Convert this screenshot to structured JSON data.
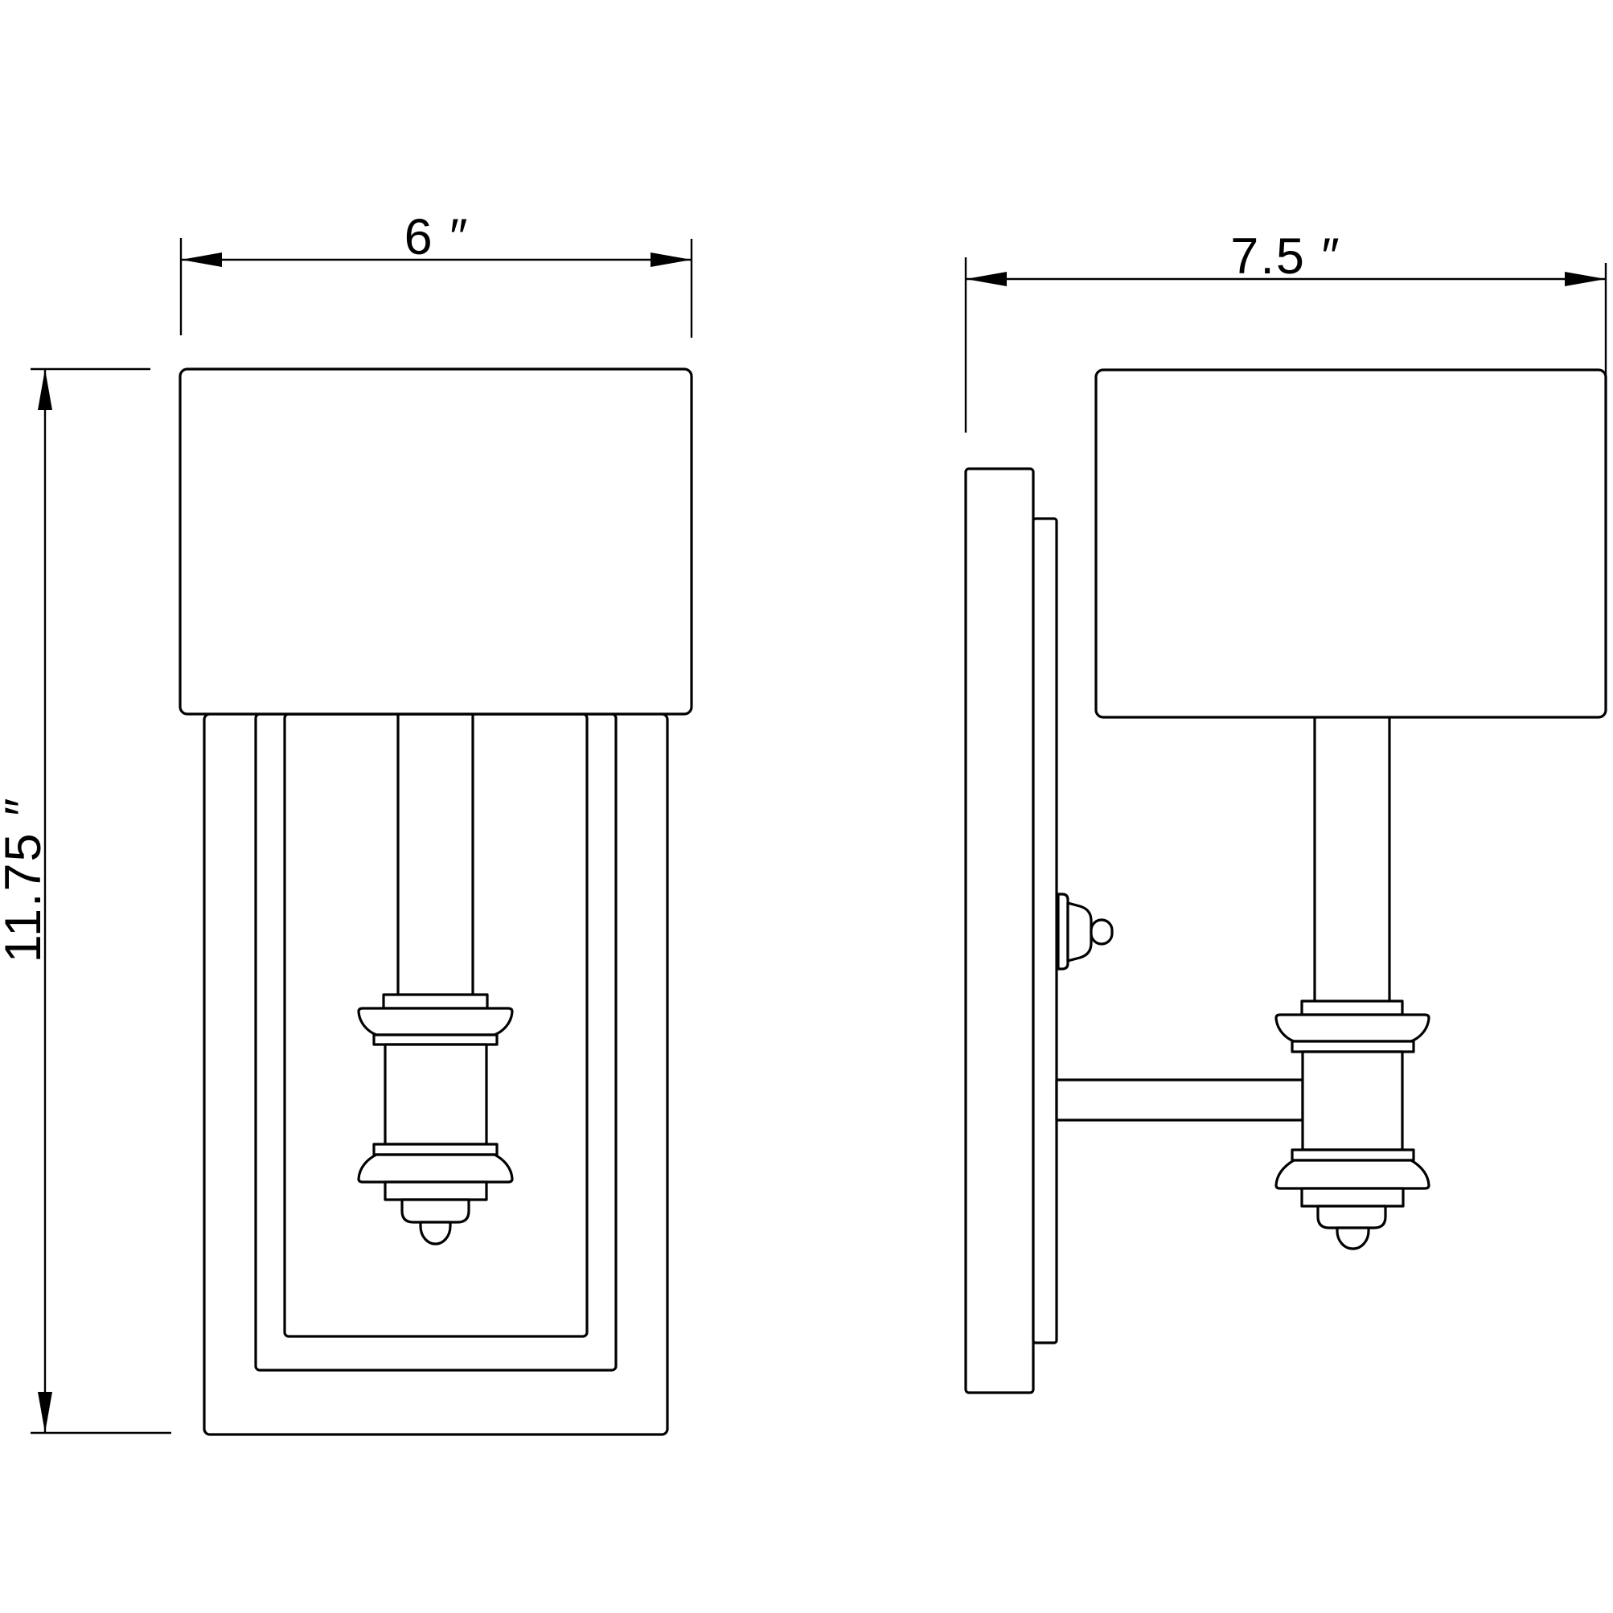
{
  "colors": {
    "background": "#ffffff",
    "line": "#000000"
  },
  "drawing": {
    "type": "technical-dimension-drawing",
    "subject": "wall-sconce",
    "views": [
      "front",
      "side"
    ]
  },
  "dimensions": {
    "front_width": "6 ″",
    "front_height": "11.75 ″",
    "side_depth": "7.5 ″"
  }
}
